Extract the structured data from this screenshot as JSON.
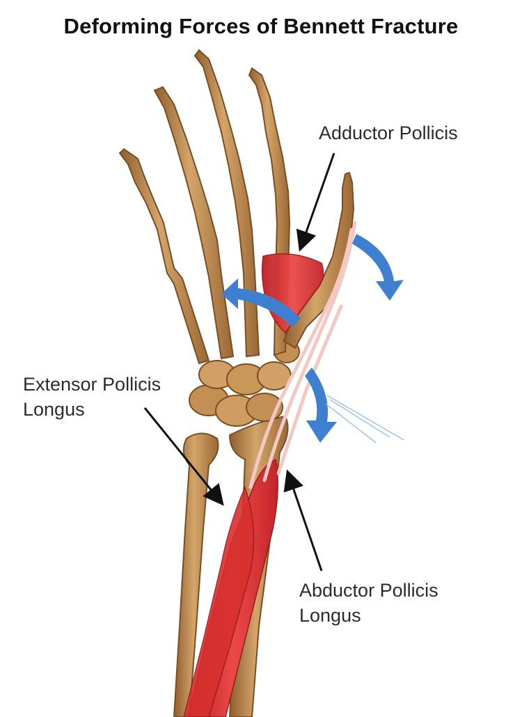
{
  "title": "Deforming Forces of Bennett Fracture",
  "labels": {
    "adductor": [
      "Adductor Pollicis"
    ],
    "extensor": [
      "Extensor Pollicis",
      "Longus"
    ],
    "abductor": [
      "Abductor Pollicis",
      "Longus"
    ]
  },
  "colors": {
    "bone": "#c7955a",
    "bone_dark": "#8a5a2b",
    "muscle": "#e33b3b",
    "muscle_dark": "#b81f24",
    "tendon": "#f3c7c2",
    "arrow": "#3f7fcf",
    "pointer": "#111111"
  }
}
